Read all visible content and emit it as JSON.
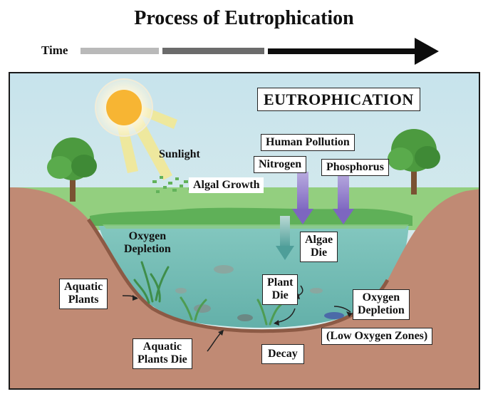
{
  "title": "Process of Eutrophication",
  "time_label": "Time",
  "scene": {
    "heading": "EUTROPHICATION",
    "labels": {
      "sunlight": "Sunlight",
      "algal_growth": "Algal Growth",
      "human_pollution": "Human Pollution",
      "nitrogen": "Nitrogen",
      "phosphorus": "Phosphorus",
      "oxygen_depletion_top": [
        "Oxygen",
        "Depletion"
      ],
      "algae_die": [
        "Algae",
        "Die"
      ],
      "aquatic_plants": [
        "Aquatic",
        "Plants"
      ],
      "plant_die": [
        "Plant",
        "Die"
      ],
      "oxygen_depletion_right": [
        "Oxygen",
        "Depletion"
      ],
      "low_oxygen_zones": "(Low Oxygen Zones)",
      "aquatic_plants_die": [
        "Aquatic",
        "Plants Die"
      ],
      "decay": "Decay"
    }
  },
  "colors": {
    "sky": "#cfe6ee",
    "ground": "#c08a74",
    "ground_dark": "#8c5a45",
    "water": "#8ecfc5",
    "algae": "#62b25a",
    "sun": "#f7b533",
    "arrow_purple": "#8a74c8",
    "tree_green": "#4c9a3f",
    "trunk": "#7a5232"
  }
}
